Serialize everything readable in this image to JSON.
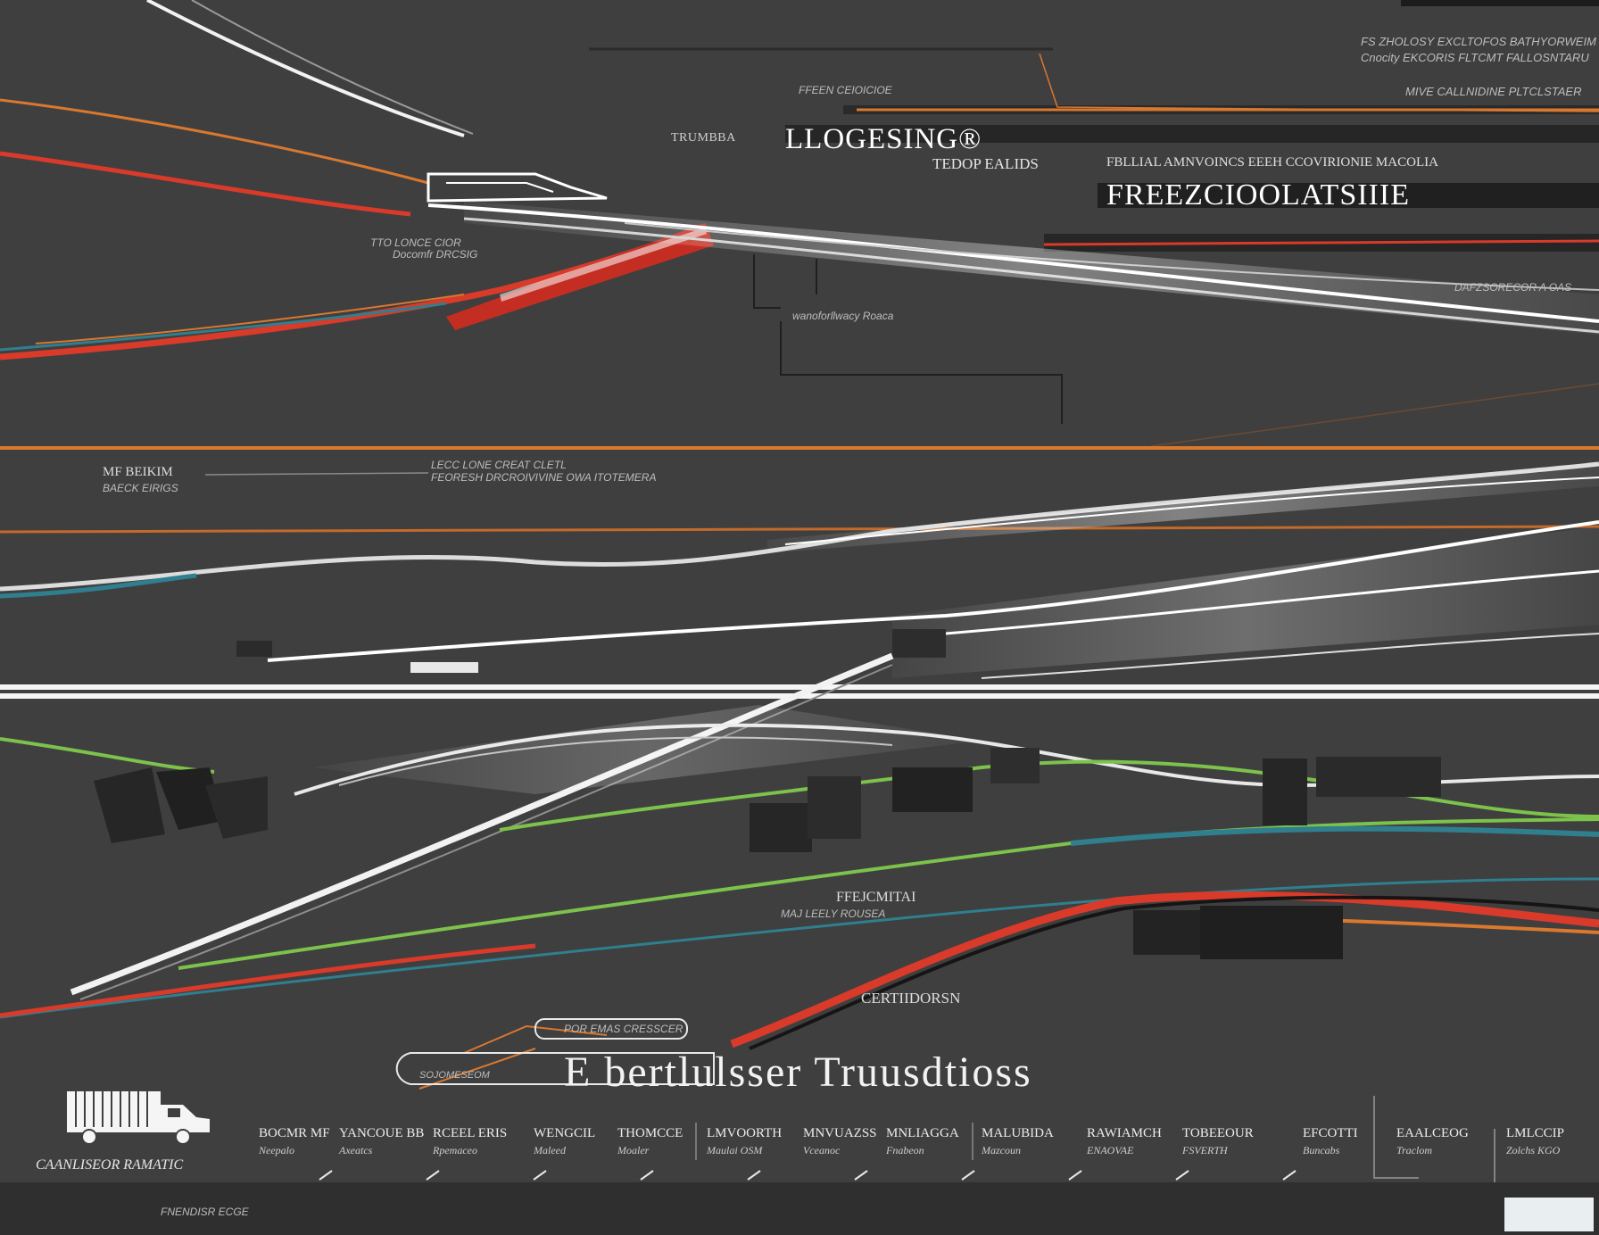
{
  "header": {
    "title_small": "TRUMBBA",
    "title_main": "LLOGESING®",
    "subtitle": "TEDOP EALIDS",
    "freeze_title": "FREEZCIOOLATSIIIE",
    "top_right_line1": "FS ZHOLOSY EXCLTOFOS BATHYORWEIM",
    "top_right_line2": "Cnocity EKCORIS FLTCMT FALLOSNTARU",
    "top_right_line3": "MIVE CALLNIDINE PLTCLSTAER",
    "ribbon_text": "FBLLIAL AMNVOINCS EEEH CCOVIRIONIE MACOLIA",
    "top_label": "FFEEN CEIOICIOE",
    "right_label": "DAFZSORECOR A OAS"
  },
  "annotations": {
    "left_a": "TTO LONCE CIOR",
    "left_a_sub": "Docomfr DRCSIG",
    "left_mid": "wanoforllwacy Roaca",
    "mid_label": "MF BEIKIM",
    "mid_label_sub": "BAECK EIRIGS",
    "mid_note": "LECC LONE CREAT CLETL",
    "mid_note_sub": "FEORESH DRCROIVIVINE OWA ITOTEMERA",
    "lower_label": "FFEJCMITAI",
    "lower_label_sub": "MAJ LEELY ROUSEA",
    "under_label": "CERTIIDORSN",
    "pill_label": "POR EMAS CRESSCER",
    "pill_sub": "SOJOMESEOM"
  },
  "bottom": {
    "title": "E bertlulsser Truusdtioss",
    "truck_caption": "CAANLISEOR  RAMATIC",
    "columns": [
      {
        "heading": "BOCMR MF",
        "sub": "Neepalo"
      },
      {
        "heading": "YANCOUE BB",
        "sub": "Axeatcs"
      },
      {
        "heading": "RCEEL ERIS",
        "sub": "Rpemaceo"
      },
      {
        "heading": "WENGCIL",
        "sub": "Maleed"
      },
      {
        "heading": "THOMCCE",
        "sub": "Moaler"
      },
      {
        "heading": "LMVOORTH",
        "sub": "Maulai OSM"
      },
      {
        "heading": "MNVUAZSS",
        "sub": "Vceanoc"
      },
      {
        "heading": "MNLIAGGA",
        "sub": "Fnabeon"
      },
      {
        "heading": "MALUBIDA",
        "sub": "Mazcoun"
      },
      {
        "heading": "RAWIAMCH",
        "sub": "ENAOVAE"
      },
      {
        "heading": "TOBEEOUR",
        "sub": "FSVERTH"
      },
      {
        "heading": "EFCOTTI",
        "sub": "Buncabs"
      },
      {
        "heading": "EAALCEOG",
        "sub": "Traclom"
      },
      {
        "heading": "LMLCCIP",
        "sub": "Zolchs KGO"
      }
    ],
    "strip_label": "FNENDISR ECGE"
  },
  "colors": {
    "background": "#3f3f3f",
    "red": "#d93a2a",
    "orange": "#d9782f",
    "green": "#7cc24b",
    "teal": "#2f7f8f",
    "white": "#f2f2f2"
  }
}
